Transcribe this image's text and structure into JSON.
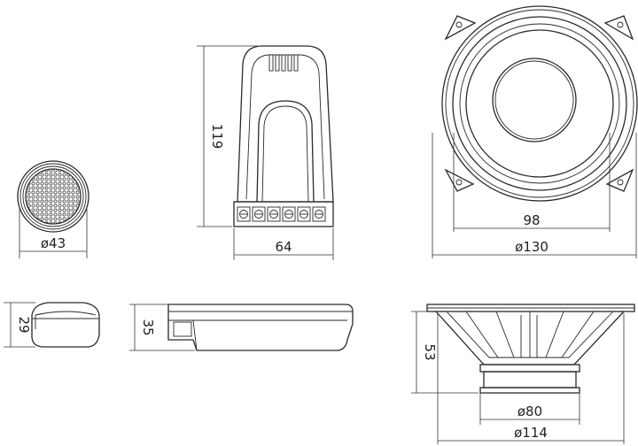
{
  "dimensions": {
    "tweeter_front_diameter": "ø43",
    "tweeter_side_height": "29",
    "crossover_height": "119",
    "crossover_width": "64",
    "crossover_side_height": "35",
    "woofer_inner_diameter": "98",
    "woofer_outer_diameter": "ø130",
    "woofer_depth": "53",
    "woofer_magnet_diameter": "ø80",
    "woofer_cutout_diameter": "ø114"
  },
  "colors": {
    "line": "#2a2a2a",
    "background": "#ffffff"
  }
}
